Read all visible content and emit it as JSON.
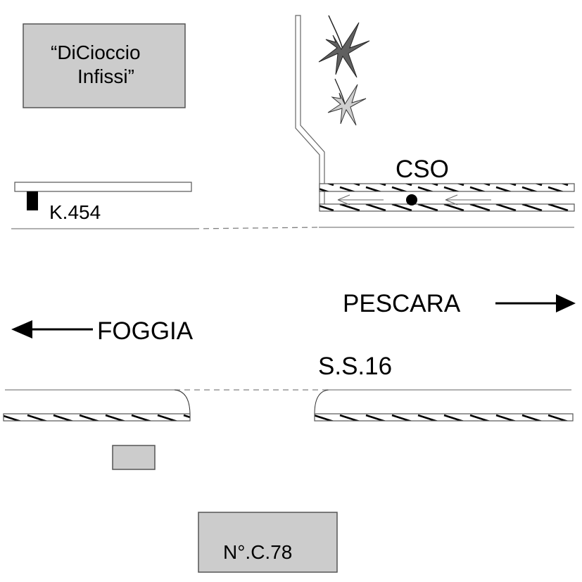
{
  "diagram": {
    "type": "road-site-plan",
    "colors": {
      "building_fill": "#cccccc",
      "road_line": "#808080",
      "plant_dark": "#606060",
      "plant_light": "#cfcfcf",
      "ink": "#000000"
    }
  },
  "labels": {
    "shop_line1": "“DiCioccio",
    "shop_line2": "Infissi”",
    "km_marker": "K.454",
    "cso": "CSO",
    "pescara": "PESCARA",
    "foggia": "FOGGIA",
    "road_name": "S.S.16",
    "house_number": "N°.C.78"
  },
  "icons": {
    "direction_right": "arrow-right-icon",
    "direction_left": "arrow-left-icon",
    "plant_1": "plant-icon",
    "plant_2": "plant-icon",
    "lane_arrows": "arrow-left-thin-icon",
    "point_marker": "dot-marker-icon",
    "km_post": "km-post-icon"
  }
}
